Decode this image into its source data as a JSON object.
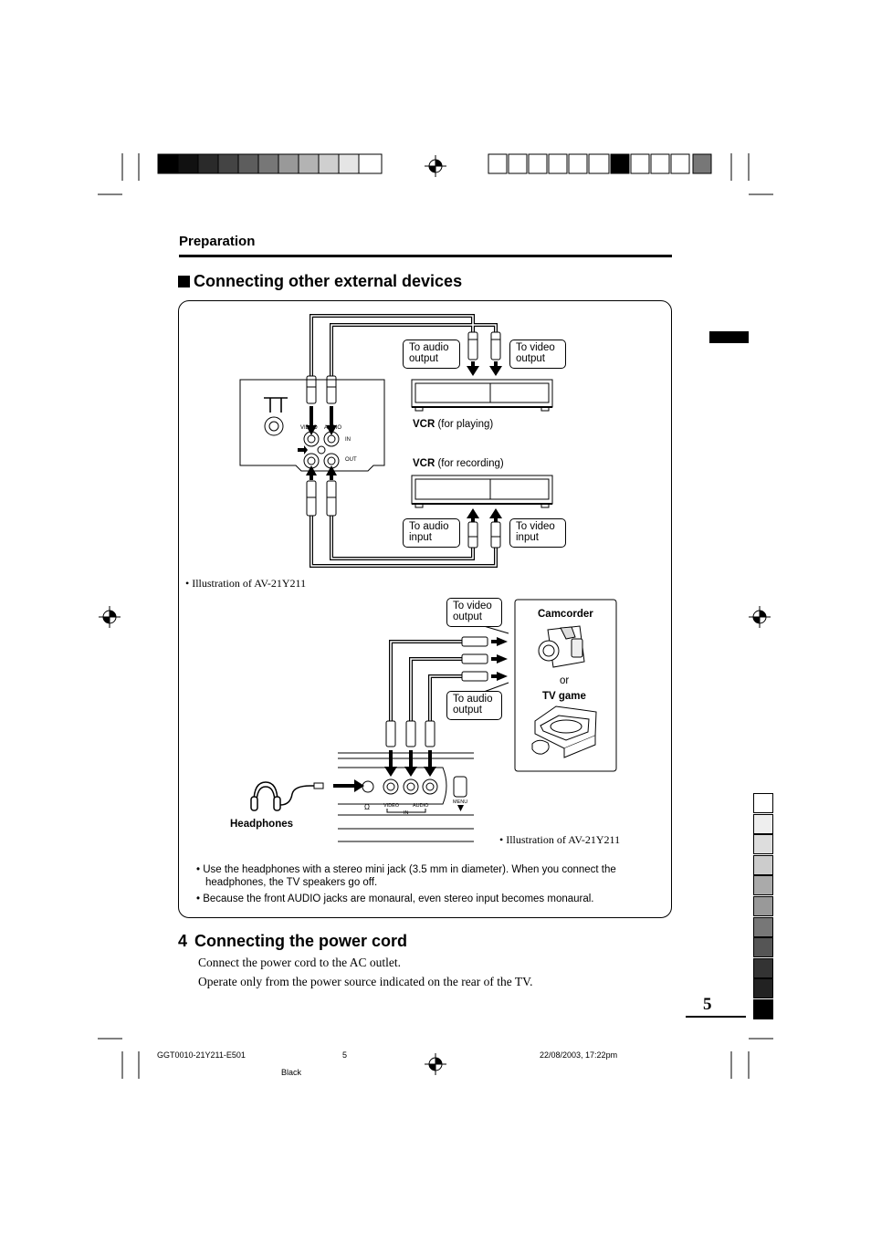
{
  "header": {
    "section": "Preparation"
  },
  "section_title": "Connecting other external devices",
  "vcr_diagram": {
    "callouts": {
      "to_audio_output": "To audio\noutput",
      "to_video_output": "To video\noutput",
      "to_audio_input": "To audio\ninput",
      "to_video_input": "To video\ninput"
    },
    "vcr_playing_bold": "VCR",
    "vcr_playing_rest": " (for playing)",
    "vcr_recording_bold": "VCR",
    "vcr_recording_rest": " (for recording)",
    "tv_panel_labels": {
      "video": "VIDEO",
      "audio": "AUDIO",
      "in": "IN",
      "out": "OUT"
    },
    "illustration_note": "• Illustration of AV-21Y211"
  },
  "front_diagram": {
    "to_video_output": "To video\noutput",
    "to_audio_output": "To audio\noutput",
    "camcorder": "Camcorder",
    "or": "or",
    "tv_game": "TV game",
    "headphones": "Headphones",
    "front_labels": {
      "video": "VIDEO",
      "audio": "AUDIO",
      "in": "IN",
      "menu": "MENU"
    },
    "illustration_note": "• Illustration of AV-21Y211"
  },
  "notes": [
    "• Use the headphones with a stereo mini jack (3.5 mm in diameter). When you connect the",
    "headphones, the TV speakers go off.",
    "• Because the front AUDIO jacks are monaural, even stereo input becomes monaural."
  ],
  "power": {
    "number": "4",
    "title": "Connecting the power cord",
    "lines": [
      "Connect the power cord to the AC outlet.",
      "Operate only from the power source indicated on the rear of the TV."
    ]
  },
  "page_number": "5",
  "footer": {
    "code": "GGT0010-21Y211-E501",
    "page": "5",
    "datetime": "22/08/2003, 17:22pm",
    "color": "Black"
  },
  "colors": {
    "ink": "#000000",
    "paper": "#ffffff"
  }
}
